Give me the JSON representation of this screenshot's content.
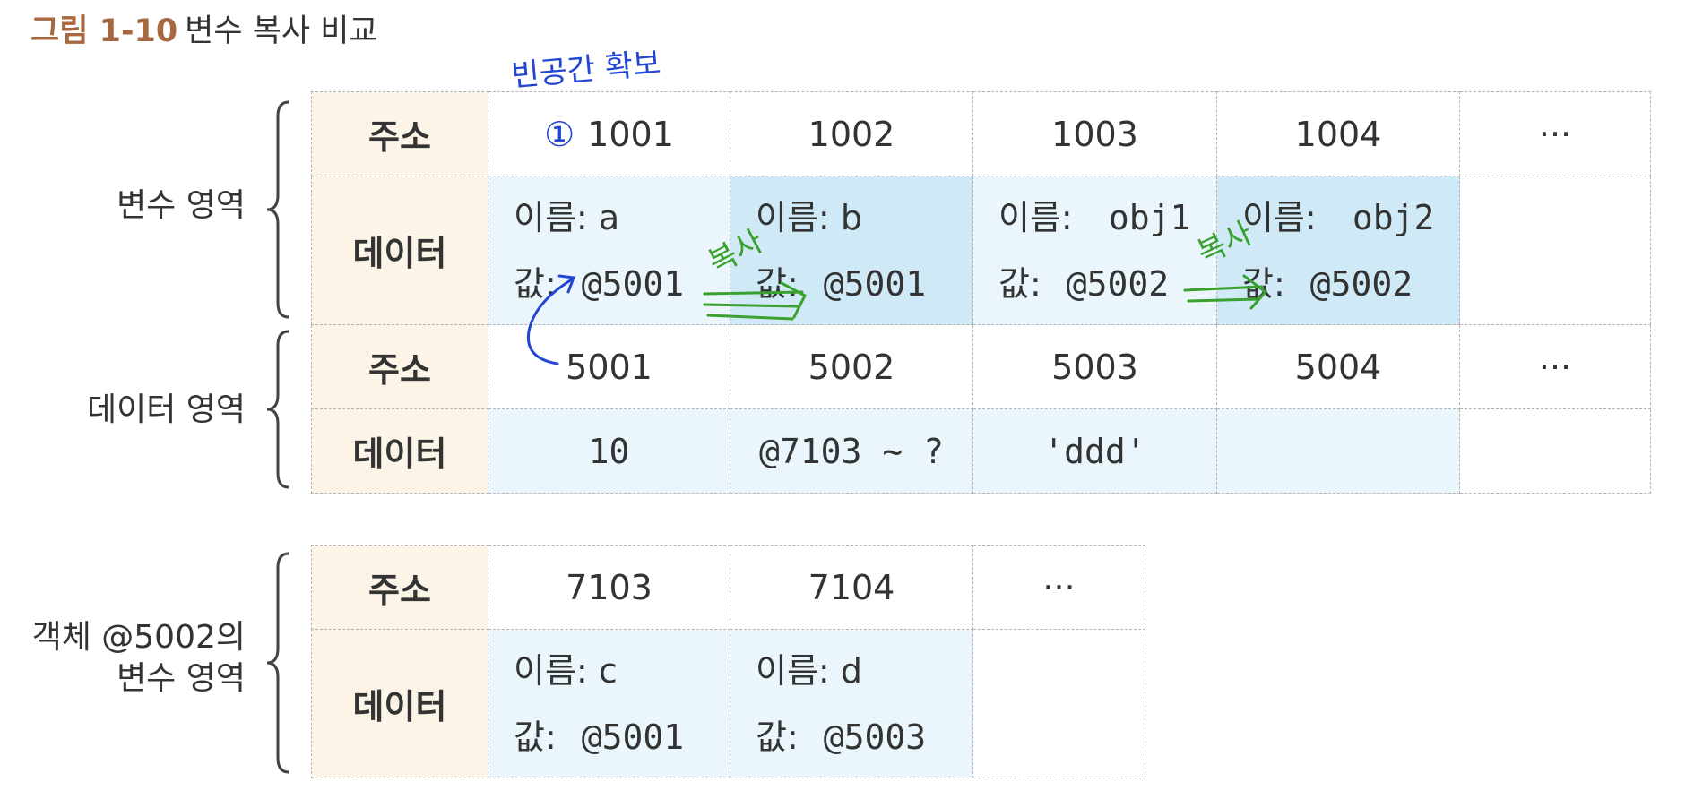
{
  "figure": {
    "number": "그림 1-10",
    "caption": "변수 복사 비교"
  },
  "annotations": {
    "blank_note": "빈공간 확보",
    "circled_mark": "①",
    "copy_note_1": "복사",
    "copy_note_2": "복사"
  },
  "colors": {
    "header_bg": "#fdf4e8",
    "data_light_blue": "#eaf6fb",
    "data_copied_blue": "#cfeaf6",
    "title_accent": "#a8683f",
    "handwriting_blue": "#2346d2",
    "handwriting_green": "#3aa02e"
  },
  "labels": {
    "address": "주소",
    "data": "데이터",
    "name_prefix": "이름: ",
    "value_prefix": "값:",
    "ellipsis": "···"
  },
  "variable_area": {
    "side_label": "변수 영역",
    "addresses": [
      "1001",
      "1002",
      "1003",
      "1004"
    ],
    "cells": [
      {
        "name": "a",
        "value": "@5001"
      },
      {
        "name": "b",
        "value": "@5001"
      },
      {
        "name": "obj1",
        "value": "@5002"
      },
      {
        "name": "obj2",
        "value": "@5002"
      }
    ]
  },
  "data_area": {
    "side_label": "데이터 영역",
    "addresses": [
      "5001",
      "5002",
      "5003",
      "5004"
    ],
    "values": [
      "10",
      "@7103 ~ ?",
      "'ddd'",
      ""
    ]
  },
  "object_area": {
    "side_label_line1": "객체 @5002의",
    "side_label_line2": "변수 영역",
    "addresses": [
      "7103",
      "7104"
    ],
    "cells": [
      {
        "name": "c",
        "value": "@5001"
      },
      {
        "name": "d",
        "value": "@5003"
      }
    ]
  }
}
